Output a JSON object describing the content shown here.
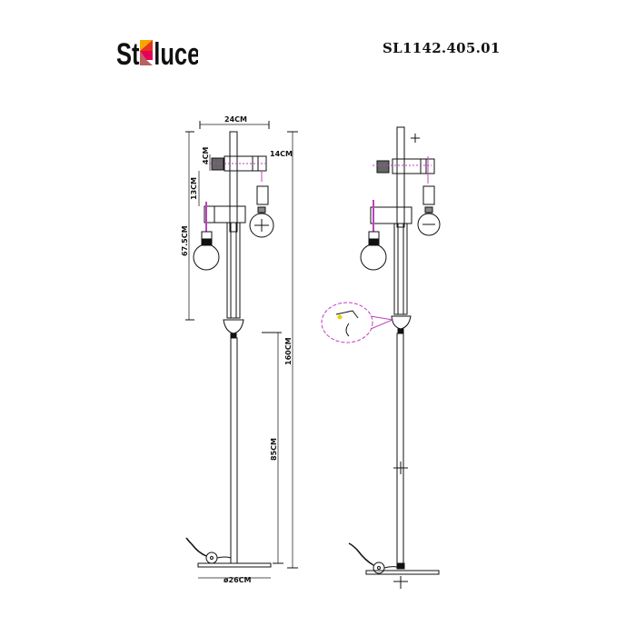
{
  "brand": {
    "left": "St",
    "right": "luce",
    "logo_colors": [
      "#f7a600",
      "#e6331b",
      "#e5005a",
      "#b96060"
    ]
  },
  "model_number": "SL1142.405.01",
  "dimensions": {
    "width_top": "24CM",
    "arm_length": "14CM",
    "block_height": "4CM",
    "arm_spacing": "13CM",
    "upper_height": "67.5CM",
    "total_height": "160CM",
    "lower_height": "85CM",
    "base_diameter": "ø26CM"
  },
  "views": [
    "front-view-with-dimensions",
    "assembly-view"
  ],
  "colors": {
    "line": "#111111",
    "accent": "#c040c0"
  }
}
